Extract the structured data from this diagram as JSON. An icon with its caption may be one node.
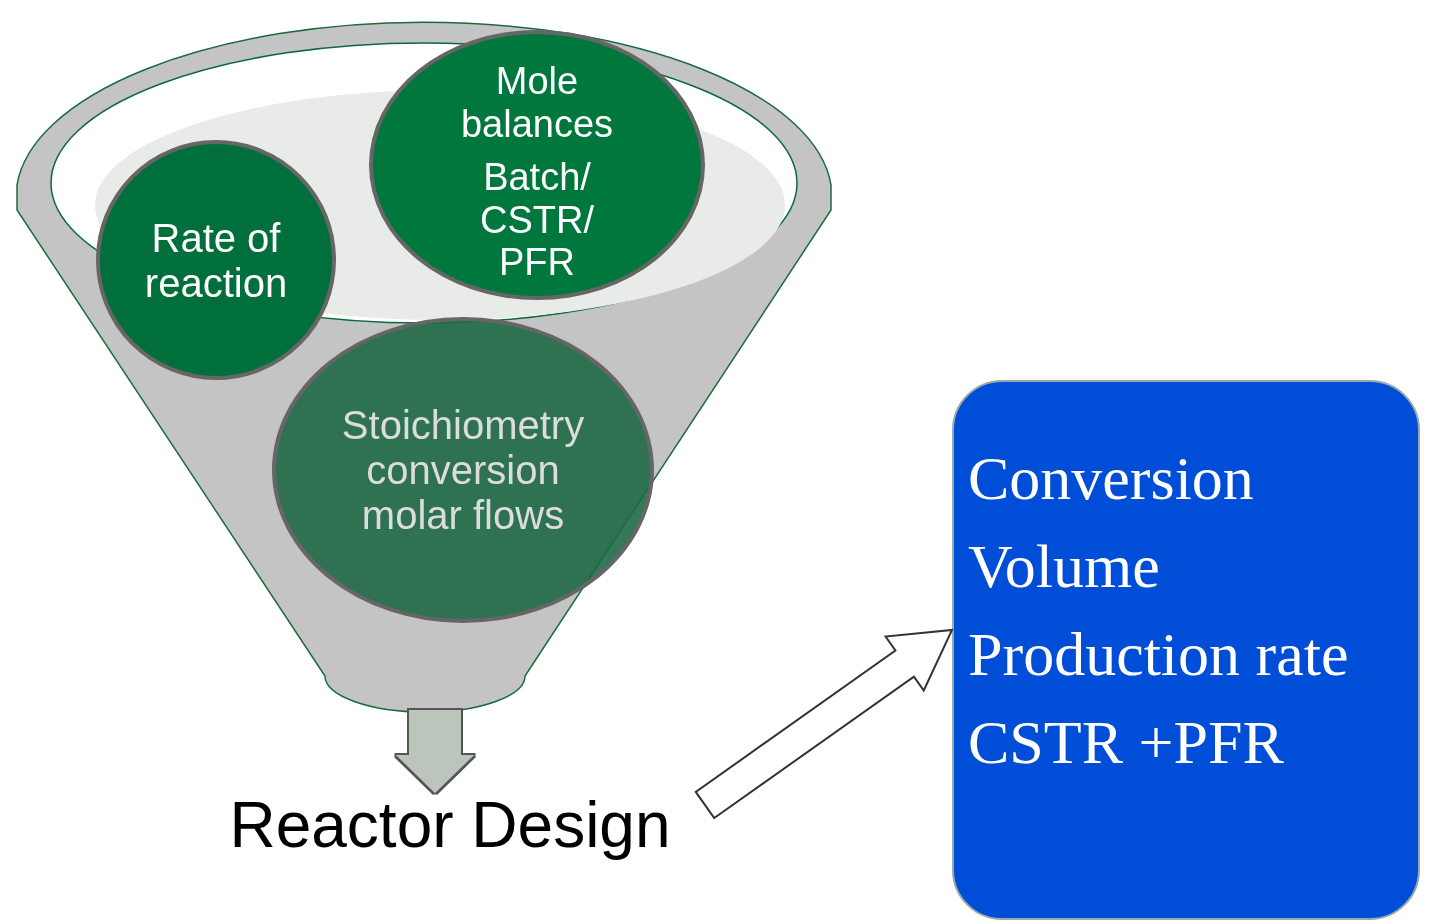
{
  "diagram": {
    "nodes": [
      {
        "text": [],
        "shape": "funnel"
      },
      {
        "text": [
          "Mole balances",
          "Batch/ CSTR/ PFR"
        ],
        "in": 0
      },
      {
        "text": [
          "Rate of reaction"
        ],
        "in": 0
      },
      {
        "text": [
          "Stoichiometry conversion molar flows"
        ],
        "in": 0
      },
      {
        "text": [
          "Reactor Design"
        ]
      },
      {
        "text": [
          "Conversion",
          "Volume",
          "Production rate",
          "CSTR +PFR"
        ]
      }
    ],
    "edges": [
      {
        "from": 0,
        "to": 4,
        "arrow": "to"
      },
      {
        "from": 4,
        "to": 5,
        "arrow": "to"
      }
    ]
  }
}
